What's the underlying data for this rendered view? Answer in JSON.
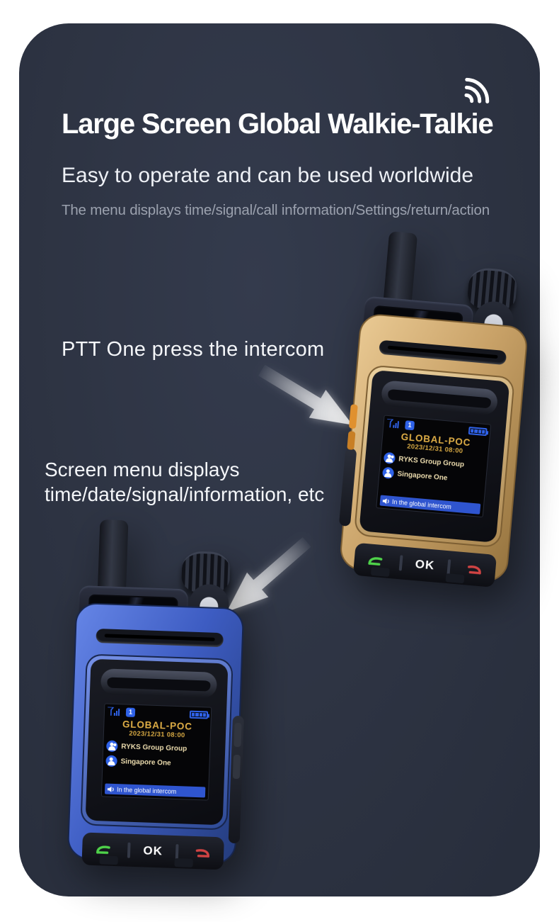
{
  "header": {
    "title": "Large Screen Global Walkie-Talkie",
    "subtitle": "Easy to operate and can be used worldwide",
    "description": "The menu displays time/signal/call information/Settings/return/action",
    "corner_icon": "wifi-signal-icon"
  },
  "callouts": {
    "ptt": "PTT One press the intercom",
    "screen_menu_line1": "Screen menu displays",
    "screen_menu_line2": "time/date/signal/information, etc"
  },
  "devices": [
    {
      "name": "gold walkie-talkie",
      "body_color": "#c9a268"
    },
    {
      "name": "blue walkie-talkie",
      "body_color": "#3d5cc2"
    }
  ],
  "device_screen": {
    "status_bar": {
      "signal_icon": "signal-strength-icon",
      "sim_slot": "1",
      "battery_icon": "battery-icon"
    },
    "title": "GLOBAL-POC",
    "datetime": "2023/12/31 08:00",
    "rows": [
      {
        "icon": "group-call-icon",
        "label": "RYKS Group Group"
      },
      {
        "icon": "contact-icon",
        "label": "Singapore One"
      }
    ],
    "banner": {
      "icon": "speaker-icon",
      "text": "In the global intercom"
    },
    "keys": {
      "call_icon": "call-key-icon",
      "ok": "OK",
      "end_icon": "end-key-icon"
    }
  },
  "colors": {
    "card_bg": "#2d3342",
    "accent_blue": "#2f62e8",
    "lcd_gold": "#dfae46",
    "key_green": "#4fd34a",
    "key_red": "#d04343"
  }
}
